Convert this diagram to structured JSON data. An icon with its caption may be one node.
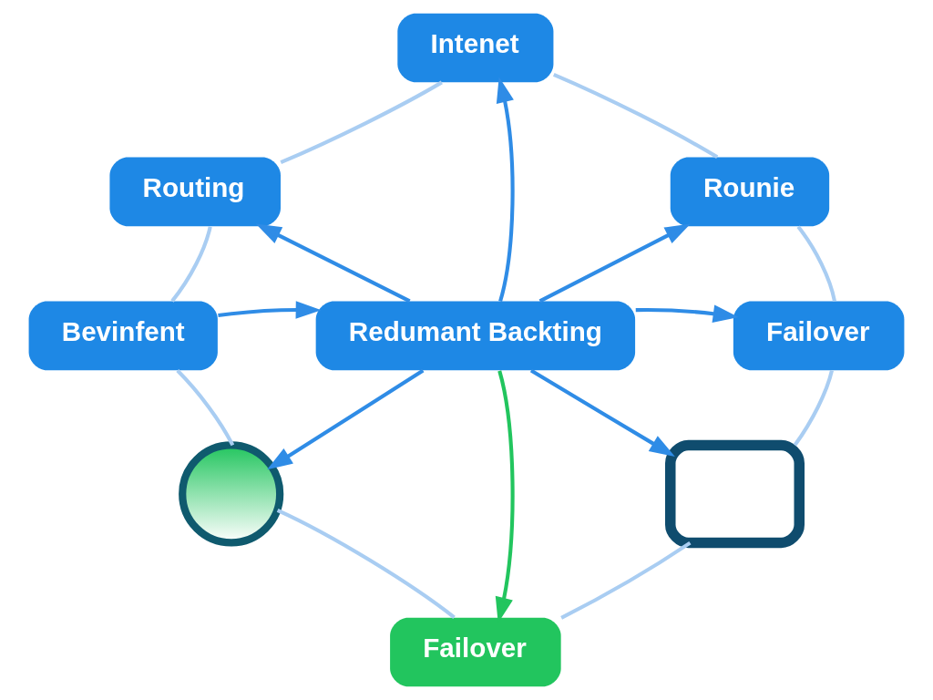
{
  "diagram": {
    "nodes": [
      {
        "text": [
          "Intenet"
        ]
      },
      {
        "text": [
          "Routing"
        ]
      },
      {
        "text": [
          "Rounie"
        ]
      },
      {
        "text": [
          "Bevinfent"
        ]
      },
      {
        "text": [
          "Redumant Backting"
        ]
      },
      {
        "text": [
          "Failover"
        ]
      },
      {
        "text": [],
        "shape": "circle"
      },
      {
        "text": [],
        "shape": "box"
      },
      {
        "text": [
          "Failover"
        ]
      }
    ],
    "edges": [
      {
        "from": 4,
        "to": 0,
        "arrow": "to",
        "color": "#2f8ce6"
      },
      {
        "from": 4,
        "to": 1,
        "arrow": "to",
        "color": "#2f8ce6"
      },
      {
        "from": 4,
        "to": 2,
        "arrow": "to",
        "color": "#2f8ce6"
      },
      {
        "from": 3,
        "to": 4,
        "arrow": "to",
        "color": "#2f8ce6"
      },
      {
        "from": 4,
        "to": 5,
        "arrow": "to",
        "color": "#2f8ce6"
      },
      {
        "from": 4,
        "to": 6,
        "arrow": "to",
        "color": "#2f8ce6"
      },
      {
        "from": 4,
        "to": 8,
        "arrow": "to",
        "color": "#22c55e"
      },
      {
        "from": 4,
        "to": 7,
        "arrow": "to",
        "color": "#2f8ce6"
      },
      {
        "from": 0,
        "to": 2,
        "arrow": "none",
        "color": "#a9cdf2"
      },
      {
        "from": 2,
        "to": 5,
        "arrow": "none",
        "color": "#a9cdf2"
      },
      {
        "from": 5,
        "to": 7,
        "arrow": "none",
        "color": "#a9cdf2"
      },
      {
        "from": 7,
        "to": 8,
        "arrow": "none",
        "color": "#a9cdf2"
      },
      {
        "from": 8,
        "to": 6,
        "arrow": "none",
        "color": "#a9cdf2"
      },
      {
        "from": 6,
        "to": 3,
        "arrow": "none",
        "color": "#a9cdf2"
      },
      {
        "from": 3,
        "to": 1,
        "arrow": "none",
        "color": "#a9cdf2"
      },
      {
        "from": 1,
        "to": 0,
        "arrow": "none",
        "color": "#a9cdf2"
      }
    ]
  }
}
